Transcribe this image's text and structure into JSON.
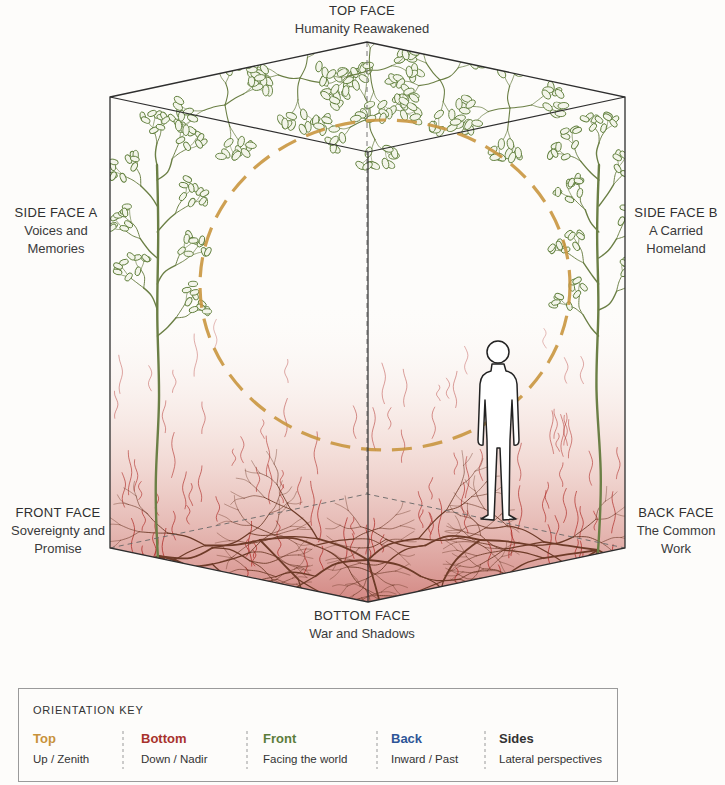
{
  "diagram": {
    "labels": [
      "TOP FACE",
      "Humanity Reawakened",
      "SIDE FACE A",
      "Voices and Memories",
      "SIDE FACE B",
      "A Carried Homeland",
      "FRONT FACE",
      "Sovereignty and Promise",
      "BACK FACE",
      "The Common Work",
      "BOTTOM FACE",
      "War and Shadows",
      "ORIENTATION KEY",
      "Up / Zenith",
      "Down / Nadir",
      "Facing the world",
      "Inward / Past",
      "Lateral perspectives"
    ],
    "legend": [
      {
        "text": "Top",
        "color": "#c8923a"
      },
      {
        "text": "Bottom",
        "color": "#a8322c"
      },
      {
        "text": "Front",
        "color": "#5c7d3a"
      },
      {
        "text": "Back",
        "color": "#2e5597"
      },
      {
        "text": "Sides",
        "color": "#333333"
      }
    ]
  }
}
